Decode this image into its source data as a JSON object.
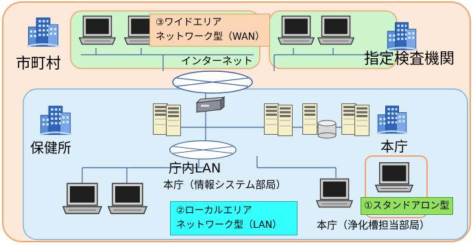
{
  "regions": {
    "municipality": "市町村",
    "designated_inspection_agency": "指定検査機関",
    "health_center": "保健所",
    "head_office": "本庁",
    "internet": "インターネット",
    "office_lan": "庁内LAN",
    "head_office_it_dept": "本庁（情報システム部局）",
    "head_office_septic_dept": "本庁（浄化槽担当部局）"
  },
  "network_types": {
    "wan_line1": "③ワイドエリア",
    "wan_line2": "ネットワーク型（WAN）",
    "lan_line1": "②ローカルエリア",
    "lan_line2": "ネットワーク型（LAN）",
    "standalone": "①スタンドアロン型"
  },
  "colors": {
    "outer_region": "#fde9d9",
    "outer_border": "#f4a26a",
    "green_region": "#ccf5cc",
    "lan_region": "#dbeef9",
    "lan_border": "#7fb2dd",
    "wan_label_bg": "#fcd5b4",
    "lan_label_bg": "#33ffff",
    "standalone_bg": "#92e060"
  }
}
